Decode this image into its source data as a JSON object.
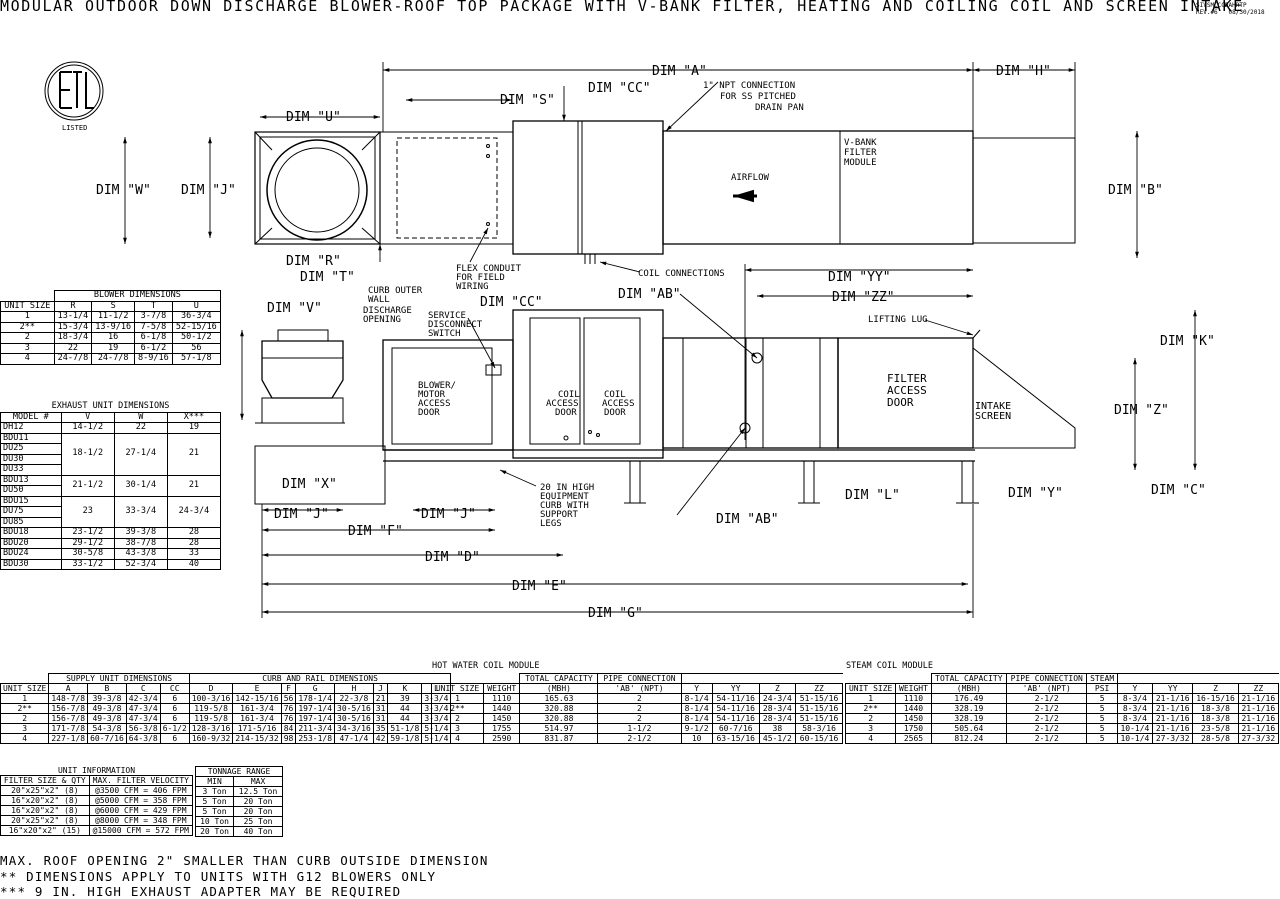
{
  "title": "MODULAR OUTDOOR DOWN DISCHARGE BLOWER-ROOF TOP PACKAGE WITH V-BANK FILTER, HEATING AND COILING COIL AND SCREEN INTAKE",
  "rev": "SIVSMCCCDAHRTP\nREV.#6   08/30/2018",
  "logo_text": "LISTED",
  "dims": {
    "A": "DIM \"A\"",
    "H": "DIM \"H\"",
    "S": "DIM \"S\"",
    "CC": "DIM \"CC\"",
    "U": "DIM \"U\"",
    "W": "DIM \"W\"",
    "J": "DIM \"J\"",
    "B": "DIM \"B\"",
    "R": "DIM \"R\"",
    "T": "DIM \"T\"",
    "YY": "DIM \"YY\"",
    "ZZ": "DIM \"ZZ\"",
    "AB": "DIM \"AB\"",
    "V": "DIM \"V\"",
    "K": "DIM \"K\"",
    "Z": "DIM \"Z\"",
    "X": "DIM \"X\"",
    "L": "DIM \"L\"",
    "Y": "DIM \"Y\"",
    "C": "DIM \"C\"",
    "F": "DIM \"F\"",
    "D": "DIM \"D\"",
    "E": "DIM \"E\"",
    "G": "DIM \"G\""
  },
  "labels": {
    "npt": [
      "1\" NPT CONNECTION",
      "FOR SS PITCHED",
      "DRAIN PAN"
    ],
    "vbank": [
      "V-BANK",
      "FILTER",
      "MODULE"
    ],
    "airflow": "AIRFLOW",
    "curb_outer": [
      "CURB OUTER",
      "WALL"
    ],
    "flex": [
      "FLEX CONDUIT",
      "FOR FIELD",
      "WIRING"
    ],
    "coil_conn": "COIL CONNECTIONS",
    "discharge": [
      "DISCHARGE",
      "OPENING"
    ],
    "service": [
      "SERVICE",
      "DISCONNECT",
      "SWITCH"
    ],
    "lifting": "LIFTING LUG",
    "blower_door": [
      "BLOWER/",
      "MOTOR",
      "ACCESS",
      "DOOR"
    ],
    "coil_door1": [
      "COIL",
      "ACCESS",
      "DOOR"
    ],
    "coil_door2": [
      "COIL",
      "ACCESS",
      "DOOR"
    ],
    "filter_door": [
      "FILTER",
      "ACCESS",
      "DOOR"
    ],
    "intake": [
      "INTAKE",
      "SCREEN"
    ],
    "curb": [
      "20 IN HIGH",
      "EQUIPMENT",
      "CURB WITH",
      "SUPPORT",
      "LEGS"
    ]
  },
  "blower_table": {
    "caption": "BLOWER DIMENSIONS",
    "headers": [
      "UNIT SIZE",
      "R",
      "S",
      "T",
      "U"
    ],
    "rows": [
      [
        "1",
        "13-1/4",
        "11-1/2",
        "3-7/8",
        "36-3/4"
      ],
      [
        "2**",
        "15-3/4",
        "13-9/16",
        "7-5/8",
        "52-15/16"
      ],
      [
        "2",
        "18-3/4",
        "16",
        "6-1/8",
        "50-1/2"
      ],
      [
        "3",
        "22",
        "19",
        "6-1/2",
        "56"
      ],
      [
        "4",
        "24-7/8",
        "24-7/8",
        "8-9/16",
        "57-1/8"
      ]
    ]
  },
  "exhaust_table": {
    "caption": "EXHAUST UNIT DIMENSIONS",
    "headers": [
      "MODEL #",
      "V",
      "W",
      "X***"
    ],
    "rows": [
      {
        "models": [
          "DH12"
        ],
        "v": "14-1/2",
        "w": "22",
        "x": "19"
      },
      {
        "models": [
          "BDU11",
          "DU25",
          "DU30",
          "DU33"
        ],
        "v": "18-1/2",
        "w": "27-1/4",
        "x": "21"
      },
      {
        "models": [
          "BDU13",
          "DU50"
        ],
        "v": "21-1/2",
        "w": "30-1/4",
        "x": "21"
      },
      {
        "models": [
          "BDU15",
          "DU75",
          "DU85"
        ],
        "v": "23",
        "w": "33-3/4",
        "x": "24-3/4"
      },
      {
        "models": [
          "BDU18"
        ],
        "v": "23-1/2",
        "w": "39-3/8",
        "x": "28"
      },
      {
        "models": [
          "BDU20"
        ],
        "v": "29-1/2",
        "w": "38-7/8",
        "x": "28"
      },
      {
        "models": [
          "BDU24"
        ],
        "v": "30-5/8",
        "w": "43-3/8",
        "x": "33"
      },
      {
        "models": [
          "BDU30"
        ],
        "v": "33-1/2",
        "w": "52-3/4",
        "x": "40"
      }
    ]
  },
  "supply_table": {
    "group1": "SUPPLY UNIT DIMENSIONS",
    "group2": "CURB AND RAIL DIMENSIONS",
    "headers": [
      "UNIT SIZE",
      "A",
      "B",
      "C",
      "CC",
      "D",
      "E",
      "F",
      "G",
      "H",
      "J",
      "K",
      "L"
    ],
    "rows": [
      [
        "1",
        "148-7/8",
        "39-3/8",
        "42-3/4",
        "6",
        "100-3/16",
        "142-15/16",
        "56",
        "178-1/4",
        "22-3/8",
        "21",
        "39",
        "3-3/4"
      ],
      [
        "2**",
        "156-7/8",
        "49-3/8",
        "47-3/4",
        "6",
        "119-5/8",
        "161-3/4",
        "76",
        "197-1/4",
        "30-5/16",
        "31",
        "44",
        "3-3/4"
      ],
      [
        "2",
        "156-7/8",
        "49-3/8",
        "47-3/4",
        "6",
        "119-5/8",
        "161-3/4",
        "76",
        "197-1/4",
        "30-5/16",
        "31",
        "44",
        "3-3/4"
      ],
      [
        "3",
        "171-7/8",
        "54-3/8",
        "56-3/8",
        "6-1/2",
        "128-3/16",
        "171-5/16",
        "84",
        "211-3/4",
        "34-3/16",
        "35",
        "51-1/8",
        "5-1/4"
      ],
      [
        "4",
        "227-1/8",
        "60-7/16",
        "64-3/8",
        "6",
        "160-9/32",
        "214-15/32",
        "98",
        "253-1/8",
        "47-1/4",
        "42",
        "59-1/8",
        "5-1/4"
      ]
    ]
  },
  "hw_table": {
    "caption": "HOT WATER COIL MODULE",
    "headers1": [
      "TOTAL CAPACITY",
      "PIPE CONNECTION"
    ],
    "headers": [
      "UNIT SIZE",
      "WEIGHT",
      "(MBH)",
      "'AB' (NPT)",
      "Y",
      "YY",
      "Z",
      "ZZ"
    ],
    "rows": [
      [
        "1",
        "1110",
        "165.63",
        "2",
        "8-1/4",
        "54-11/16",
        "24-3/4",
        "51-15/16"
      ],
      [
        "2**",
        "1440",
        "320.88",
        "2",
        "8-1/4",
        "54-11/16",
        "28-3/4",
        "51-15/16"
      ],
      [
        "2",
        "1450",
        "320.88",
        "2",
        "8-1/4",
        "54-11/16",
        "28-3/4",
        "51-15/16"
      ],
      [
        "3",
        "1755",
        "514.97",
        "1-1/2",
        "9-1/2",
        "60-7/16",
        "38",
        "58-3/16"
      ],
      [
        "4",
        "2590",
        "831.87",
        "2-1/2",
        "10",
        "63-15/16",
        "45-1/2",
        "60-15/16"
      ]
    ]
  },
  "steam_table": {
    "caption": "STEAM COIL MODULE",
    "headers1": [
      "TOTAL CAPACITY",
      "PIPE CONNECTION",
      "STEAM"
    ],
    "headers": [
      "UNIT SIZE",
      "WEIGHT",
      "(MBH)",
      "'AB' (NPT)",
      "PSI",
      "Y",
      "YY",
      "Z",
      "ZZ"
    ],
    "rows": [
      [
        "1",
        "1110",
        "176.49",
        "2-1/2",
        "5",
        "8-3/4",
        "21-1/16",
        "16-15/16",
        "21-1/16"
      ],
      [
        "2**",
        "1440",
        "328.19",
        "2-1/2",
        "5",
        "8-3/4",
        "21-1/16",
        "18-3/8",
        "21-1/16"
      ],
      [
        "2",
        "1450",
        "328.19",
        "2-1/2",
        "5",
        "8-3/4",
        "21-1/16",
        "18-3/8",
        "21-1/16"
      ],
      [
        "3",
        "1750",
        "505.64",
        "2-1/2",
        "5",
        "10-1/4",
        "21-1/16",
        "23-5/8",
        "21-1/16"
      ],
      [
        "4",
        "2565",
        "812.24",
        "2-1/2",
        "5",
        "10-1/4",
        "27-3/32",
        "28-5/8",
        "27-3/32"
      ]
    ]
  },
  "unit_info": {
    "caption": "UNIT INFORMATION",
    "headers": [
      "FILTER SIZE & QTY",
      "MAX. FILTER VELOCITY"
    ],
    "rows": [
      [
        "20\"x25\"x2\" (8)",
        "@3500 CFM = 406 FPM"
      ],
      [
        "16\"x20\"x2\" (8)",
        "@5000 CFM = 358 FPM"
      ],
      [
        "16\"x20\"x2\" (8)",
        "@6000 CFM = 429 FPM"
      ],
      [
        "20\"x25\"x2\" (8)",
        "@8000 CFM = 348 FPM"
      ],
      [
        "16\"x20\"x2\" (15)",
        "@15000 CFM = 572 FPM"
      ]
    ]
  },
  "tonnage": {
    "caption": "TONNAGE RANGE",
    "headers": [
      "MIN",
      "MAX"
    ],
    "rows": [
      [
        "3 Ton",
        "12.5 Ton"
      ],
      [
        "5 Ton",
        "20 Ton"
      ],
      [
        "5 Ton",
        "20 Ton"
      ],
      [
        "10 Ton",
        "25 Ton"
      ],
      [
        "20 Ton",
        "40 Ton"
      ]
    ]
  },
  "notes": [
    "MAX. ROOF OPENING 2\" SMALLER THAN CURB OUTSIDE DIMENSION",
    "** DIMENSIONS APPLY TO UNITS WITH G12 BLOWERS ONLY",
    "*** 9 IN. HIGH EXHAUST ADAPTER MAY BE REQUIRED"
  ]
}
